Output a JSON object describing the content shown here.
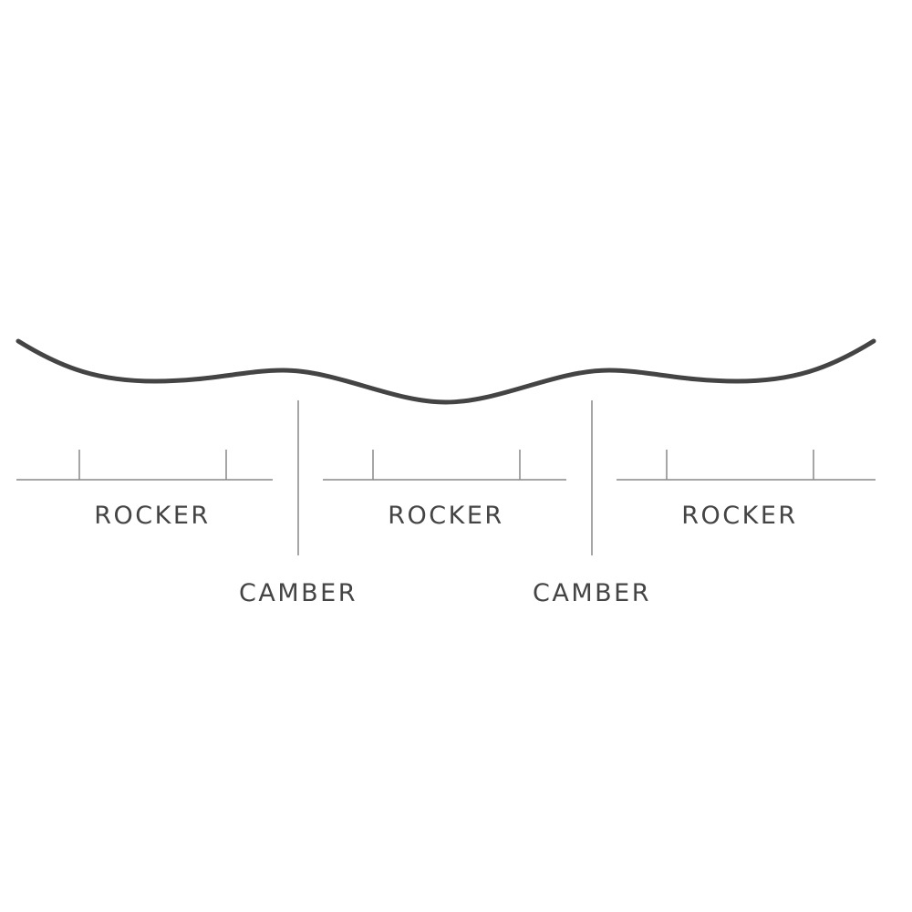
{
  "diagram": {
    "zones": [
      {
        "label": "ROCKER"
      },
      {
        "label": "CAMBER"
      },
      {
        "label": "ROCKER"
      },
      {
        "label": "CAMBER"
      },
      {
        "label": "ROCKER"
      }
    ],
    "colors": {
      "profile": "#444444",
      "guides": "#888888",
      "text": "#444444"
    }
  }
}
